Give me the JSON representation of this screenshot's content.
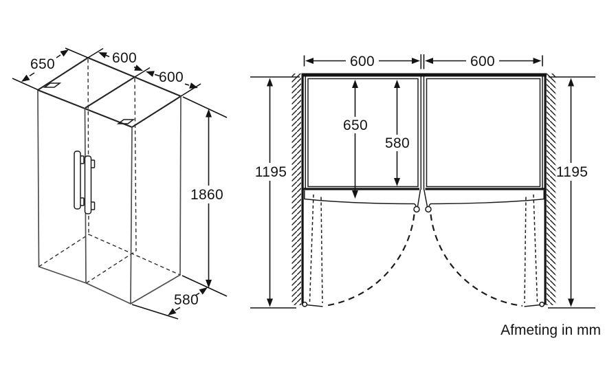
{
  "diagram": {
    "caption": "Afmeting in mm",
    "iso": {
      "depth_top": "650",
      "width_left": "600",
      "width_right": "600",
      "height": "1860",
      "depth_bottom": "580"
    },
    "plan": {
      "width_left": "600",
      "width_right": "600",
      "depth_with_door": "650",
      "depth_cabinet": "580",
      "side_left": "1195",
      "side_right": "1195"
    }
  },
  "colors": {
    "line": "#141414",
    "background": "#ffffff"
  }
}
